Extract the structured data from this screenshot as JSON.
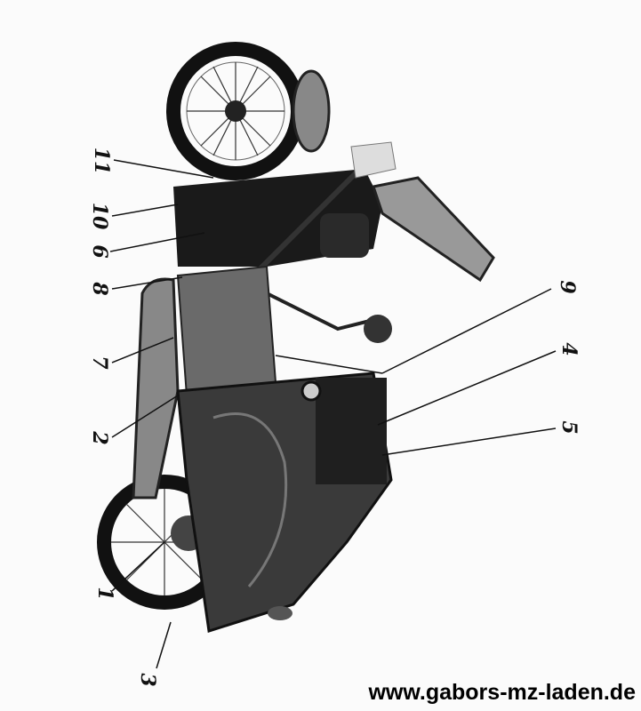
{
  "figure": {
    "callouts_left": [
      "11",
      "10",
      "6",
      "8",
      "7",
      "2",
      "1",
      "3"
    ],
    "callouts_right": [
      "9",
      "4",
      "5"
    ],
    "watermark": "www.gabors-mz-laden.de"
  },
  "colors": {
    "ink": "#111111",
    "body": "#3a3a3a",
    "paper": "#fbfbfb"
  }
}
